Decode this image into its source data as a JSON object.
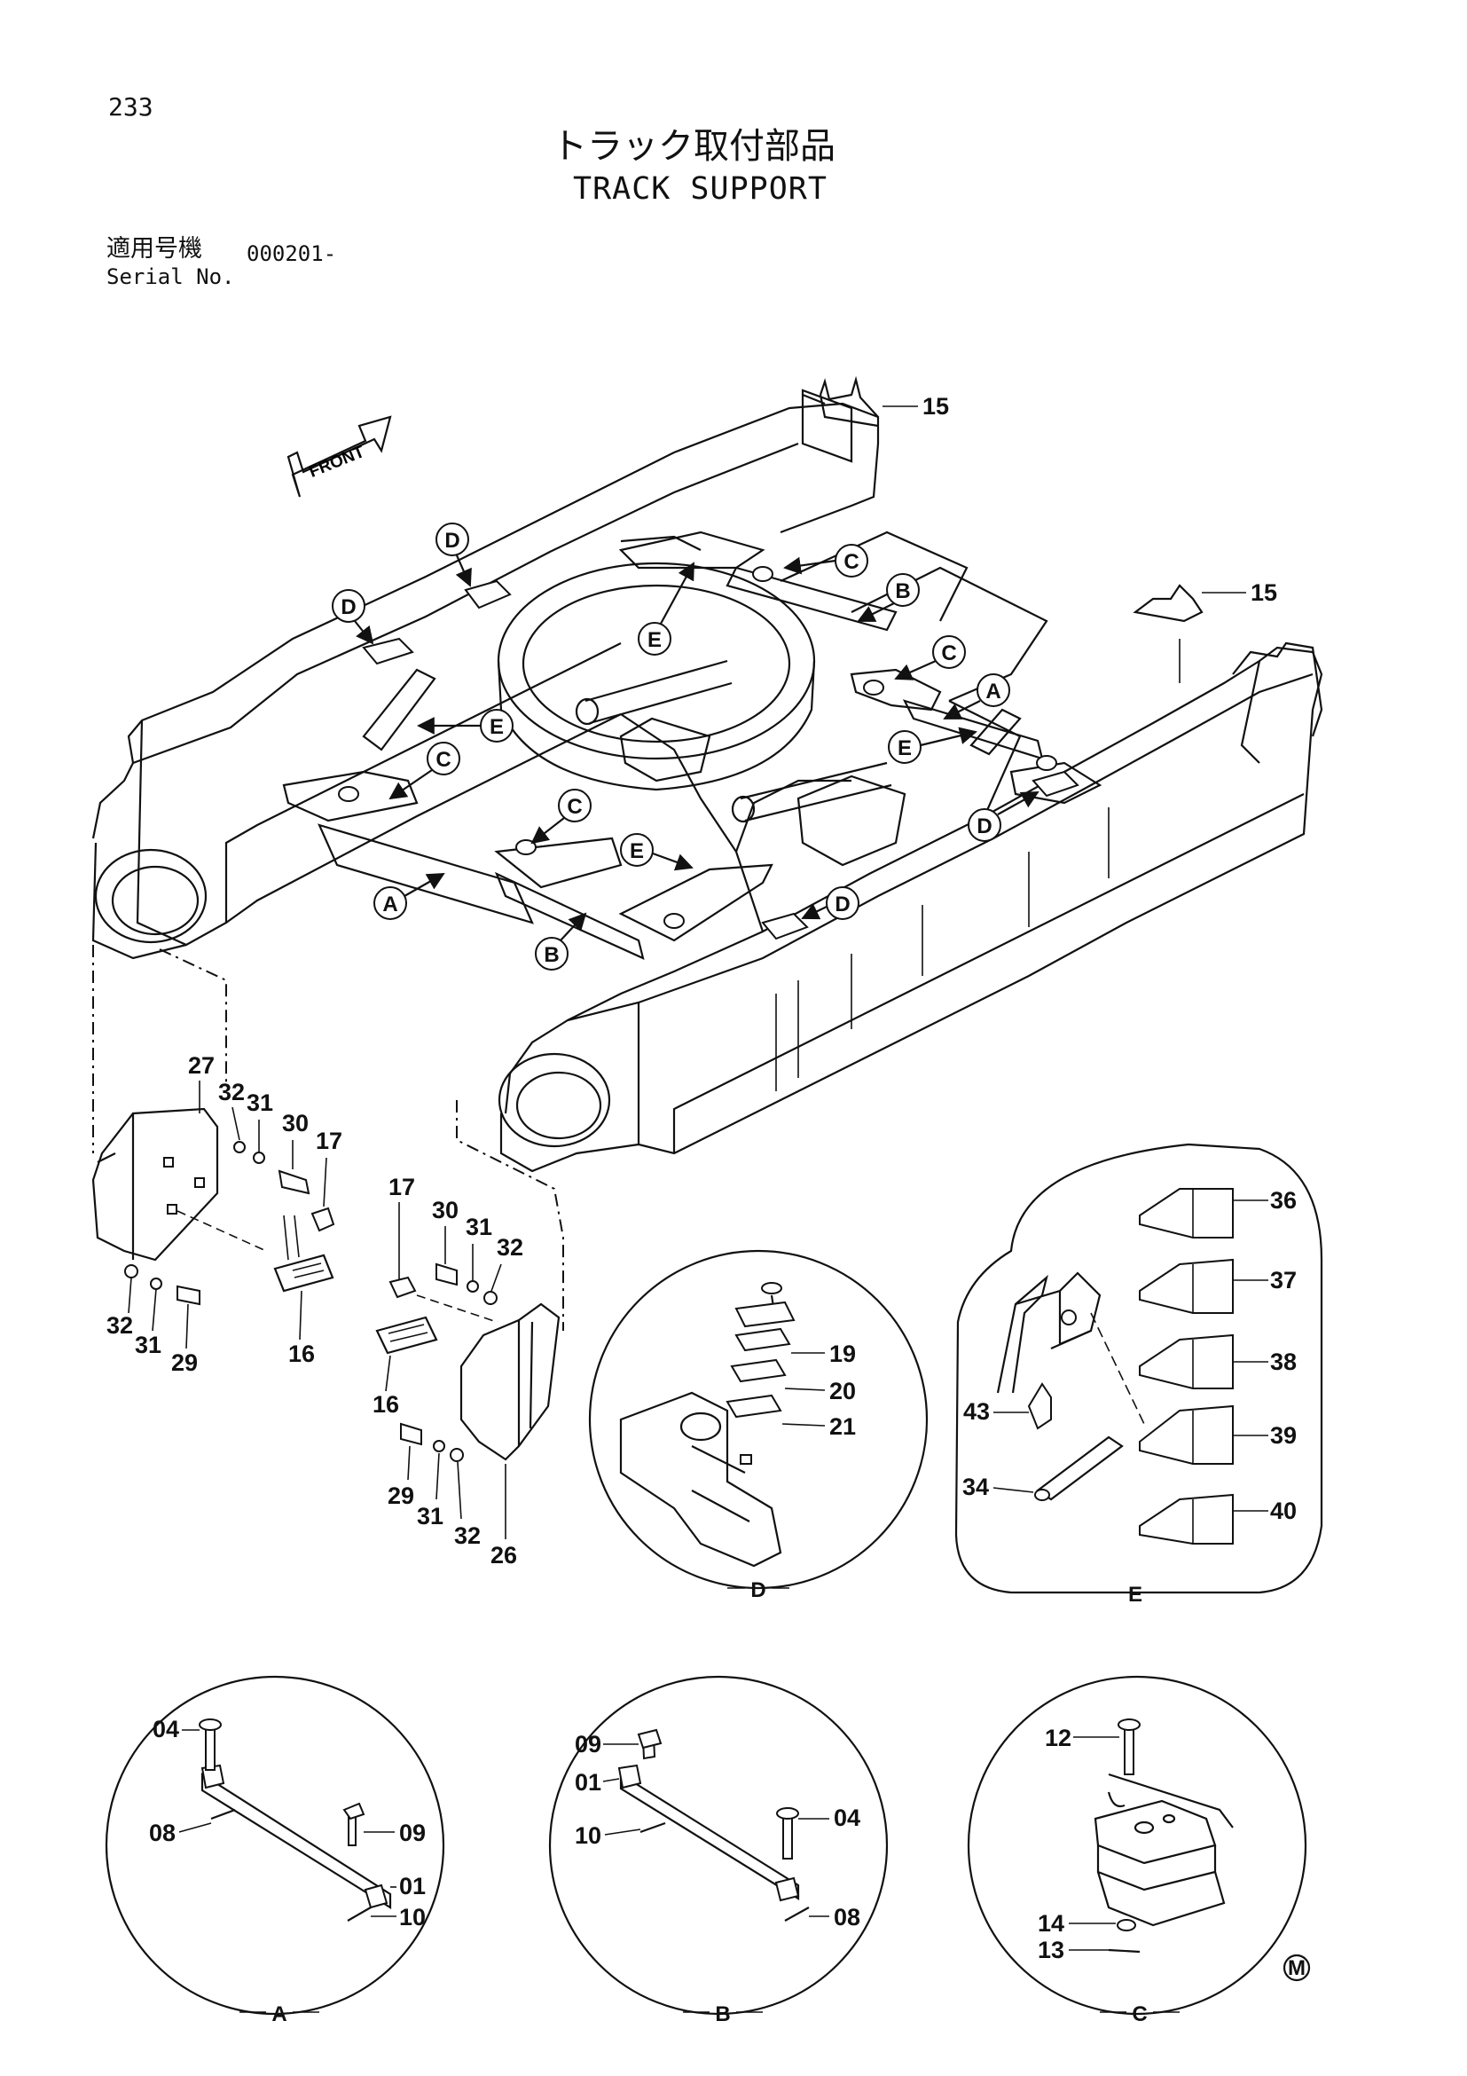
{
  "header": {
    "page_number": "233",
    "title_jp": "トラック取付部品",
    "title_en": "TRACK SUPPORT",
    "serial_label_jp": "適用号機",
    "serial_label_en": "Serial No.",
    "serial_value": "000201-"
  },
  "front_label": "FRONT",
  "callouts": {
    "A": "A",
    "B": "B",
    "C": "C",
    "D": "D",
    "E": "E"
  },
  "parts": {
    "p01": "01",
    "p04": "04",
    "p08": "08",
    "p09": "09",
    "p10": "10",
    "p12": "12",
    "p13": "13",
    "p14": "14",
    "p15": "15",
    "p16": "16",
    "p17": "17",
    "p19": "19",
    "p20": "20",
    "p21": "21",
    "p26": "26",
    "p27": "27",
    "p29": "29",
    "p30": "30",
    "p31": "31",
    "p32": "32",
    "p34": "34",
    "p36": "36",
    "p37": "37",
    "p38": "38",
    "p39": "39",
    "p40": "40",
    "p43": "43"
  },
  "detail_labels": {
    "A": "A",
    "B": "B",
    "C": "C",
    "D": "D",
    "E": "E"
  },
  "mark": "M"
}
